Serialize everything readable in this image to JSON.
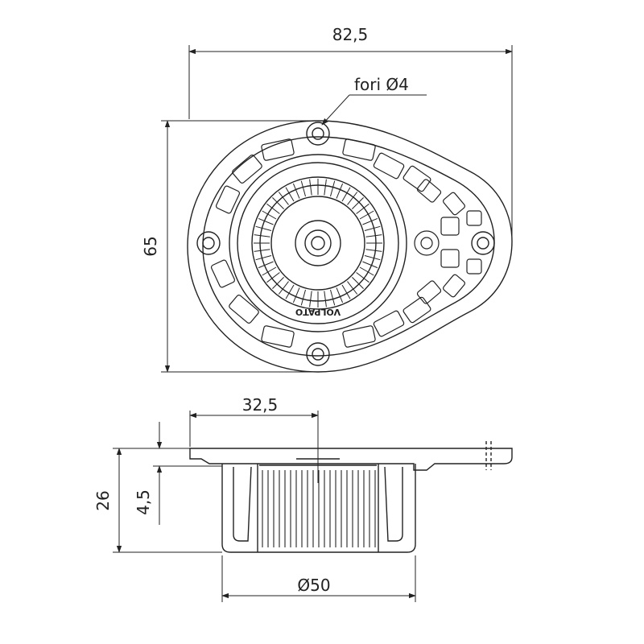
{
  "dimensions": {
    "total_width": "82,5",
    "total_height": "65",
    "hole_label": "fori Ø4",
    "center_offset": "32,5",
    "overall_height": "26",
    "flange_thickness": "4,5",
    "body_diameter": "Ø50"
  },
  "brand": "VOLPATO",
  "colors": {
    "line": "#222222",
    "background": "#ffffff"
  }
}
